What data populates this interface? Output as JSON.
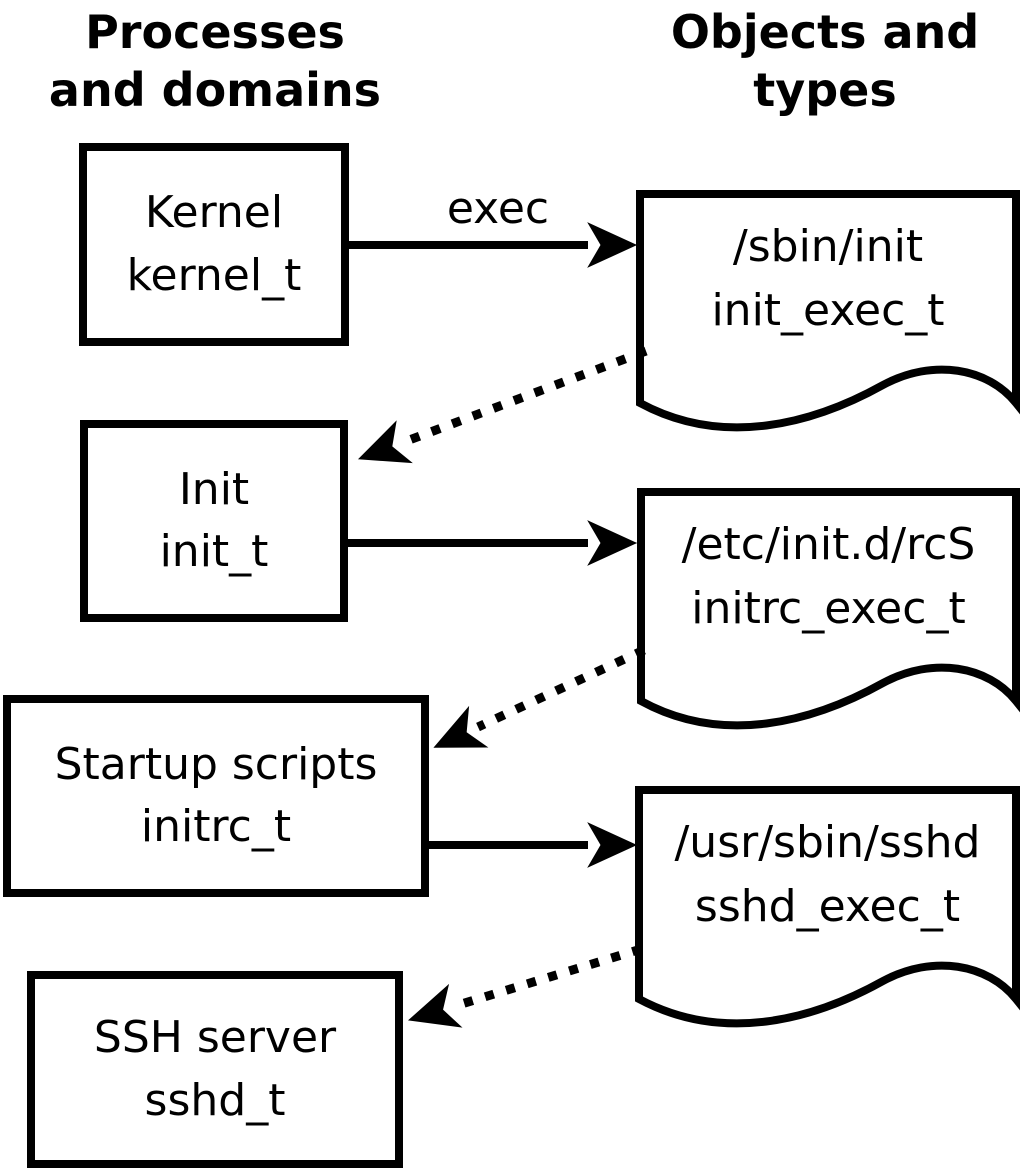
{
  "headers": {
    "left": {
      "line1": "Processes",
      "line2": "and domains"
    },
    "right": {
      "line1": "Objects and",
      "line2": "types"
    }
  },
  "processes": [
    {
      "name": "Kernel",
      "type": "kernel_t"
    },
    {
      "name": "Init",
      "type": "init_t"
    },
    {
      "name": "Startup scripts",
      "type": "initrc_t"
    },
    {
      "name": "SSH server",
      "type": "sshd_t"
    }
  ],
  "objects": [
    {
      "path": "/sbin/init",
      "type": "init_exec_t"
    },
    {
      "path": "/etc/init.d/rcS",
      "type": "initrc_exec_t"
    },
    {
      "path": "/usr/sbin/sshd",
      "type": "sshd_exec_t"
    }
  ],
  "edges": {
    "exec_label": "exec"
  },
  "colors": {
    "ink": "#000000",
    "background": "#ffffff"
  }
}
